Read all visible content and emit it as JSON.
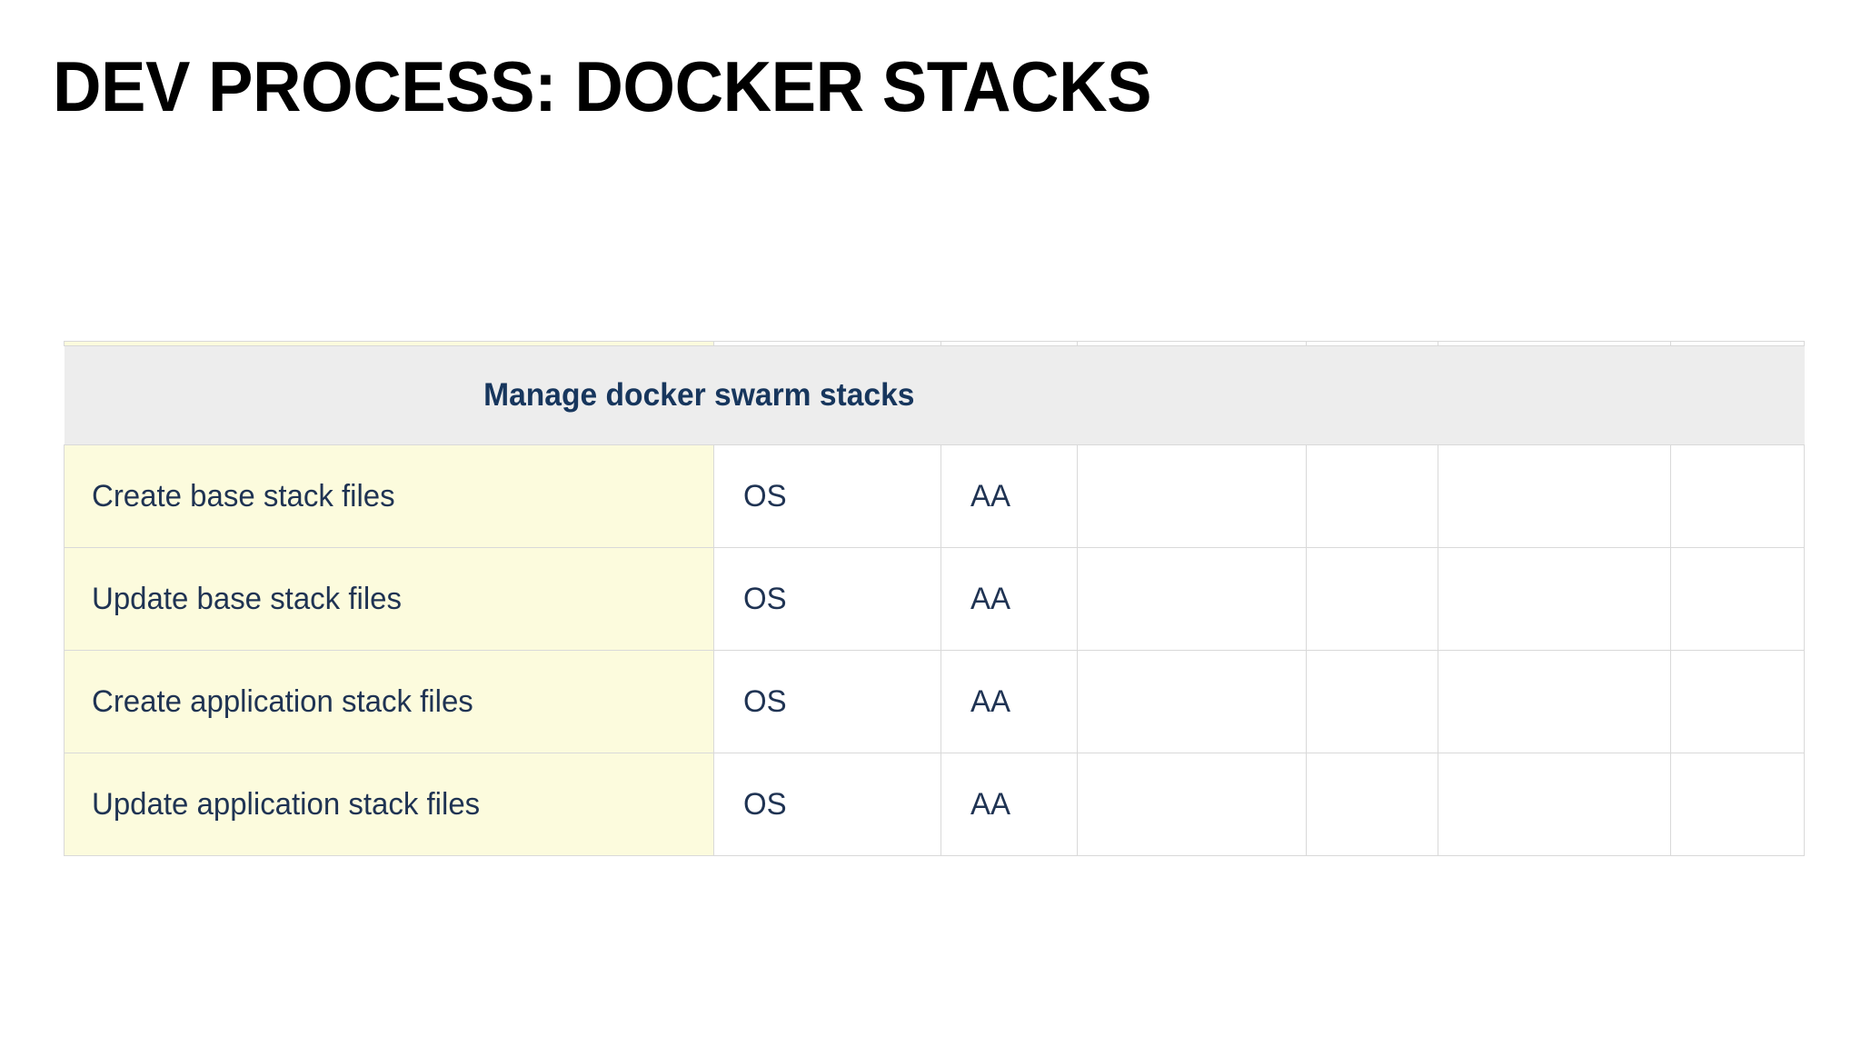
{
  "slide": {
    "title": "DEV PROCESS: DOCKER STACKS",
    "background": "#FFFFFF"
  },
  "colors": {
    "title_text": "#000000",
    "table_text": "#1F3353",
    "header_text": "#17365D",
    "header_fill": "#EDEDED",
    "label_fill": "#FCFBDD",
    "cell_fill": "#FFFFFF",
    "border": "#D9D9D9"
  },
  "table": {
    "header": {
      "title": "Manage docker swarm stacks"
    },
    "columns": [
      {
        "key": "task",
        "label": ""
      },
      {
        "key": "col2",
        "label": ""
      },
      {
        "key": "col3",
        "label": ""
      },
      {
        "key": "col4",
        "label": ""
      },
      {
        "key": "col5",
        "label": ""
      },
      {
        "key": "col6",
        "label": ""
      },
      {
        "key": "col7",
        "label": ""
      }
    ],
    "rows": [
      {
        "task": "Create base stack files",
        "col2": "OS",
        "col3": "AA",
        "col4": "",
        "col5": "",
        "col6": "",
        "col7": ""
      },
      {
        "task": "Update base stack files",
        "col2": "OS",
        "col3": "AA",
        "col4": "",
        "col5": "",
        "col6": "",
        "col7": ""
      },
      {
        "task": "Create application stack files",
        "col2": "OS",
        "col3": "AA",
        "col4": "",
        "col5": "",
        "col6": "",
        "col7": ""
      },
      {
        "task": "Update application stack files",
        "col2": "OS",
        "col3": "AA",
        "col4": "",
        "col5": "",
        "col6": "",
        "col7": ""
      }
    ]
  }
}
